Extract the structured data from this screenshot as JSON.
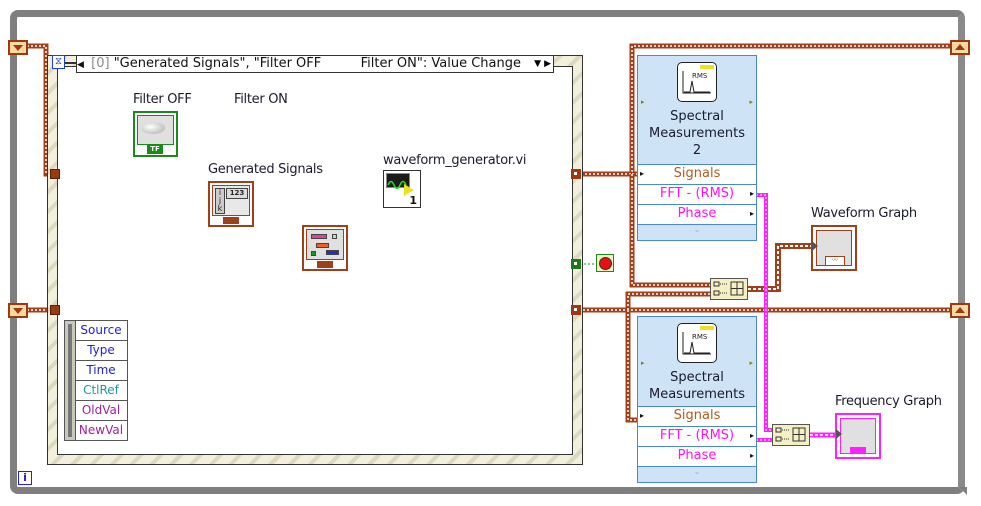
{
  "diagram": {
    "type": "LabVIEW block diagram",
    "while_loop": {
      "iteration_terminal": "i",
      "stop_terminal": "stop-button"
    },
    "event_structure": {
      "case_index": "[0]",
      "case_label": "\"Generated Signals\", \"Filter OFF",
      "case_label_tail": "Filter ON\": Value Change",
      "timeout_terminal": "hourglass",
      "event_data_node": {
        "items": [
          {
            "label": "Source",
            "color": "#2020e0"
          },
          {
            "label": "Type",
            "color": "#2020e0"
          },
          {
            "label": "Time",
            "color": "#2020e0"
          },
          {
            "label": "CtlRef",
            "color": "#1a9a9a"
          },
          {
            "label": "OldVal",
            "color": "#a020a0"
          },
          {
            "label": "NewVal",
            "color": "#a020a0"
          }
        ]
      }
    },
    "controls": {
      "filter_off_label": "Filter OFF",
      "filter_on_label": "Filter ON",
      "filter_terminal_type": "TF",
      "generated_signals_label": "Generated Signals",
      "generated_signals_value": "123",
      "index_labels": [
        "i",
        "j",
        "k"
      ]
    },
    "subvi": {
      "label": "waveform_generator.vi",
      "channel_number": "1"
    },
    "express_vis": [
      {
        "title_lines": [
          "Spectral",
          "Measurements",
          "2"
        ],
        "icon_text": "RMS",
        "input": "Signals",
        "outputs": [
          "FFT - (RMS)",
          "Phase"
        ]
      },
      {
        "title_lines": [
          "Spectral",
          "Measurements"
        ],
        "icon_text": "RMS",
        "input": "Signals",
        "outputs": [
          "FFT - (RMS)",
          "Phase"
        ]
      }
    ],
    "indicators": {
      "waveform_graph_label": "Waveform Graph",
      "frequency_graph_label": "Frequency Graph"
    },
    "colors": {
      "waveform_wire": "#a0401a",
      "spectrum_wire": "#ff20ff",
      "boolean_wire": "#2a8a2a",
      "express_vi_bg": "#cfe3f7",
      "express_vi_border": "#4a86d8",
      "loop_frame": "#7f7f7f"
    }
  }
}
